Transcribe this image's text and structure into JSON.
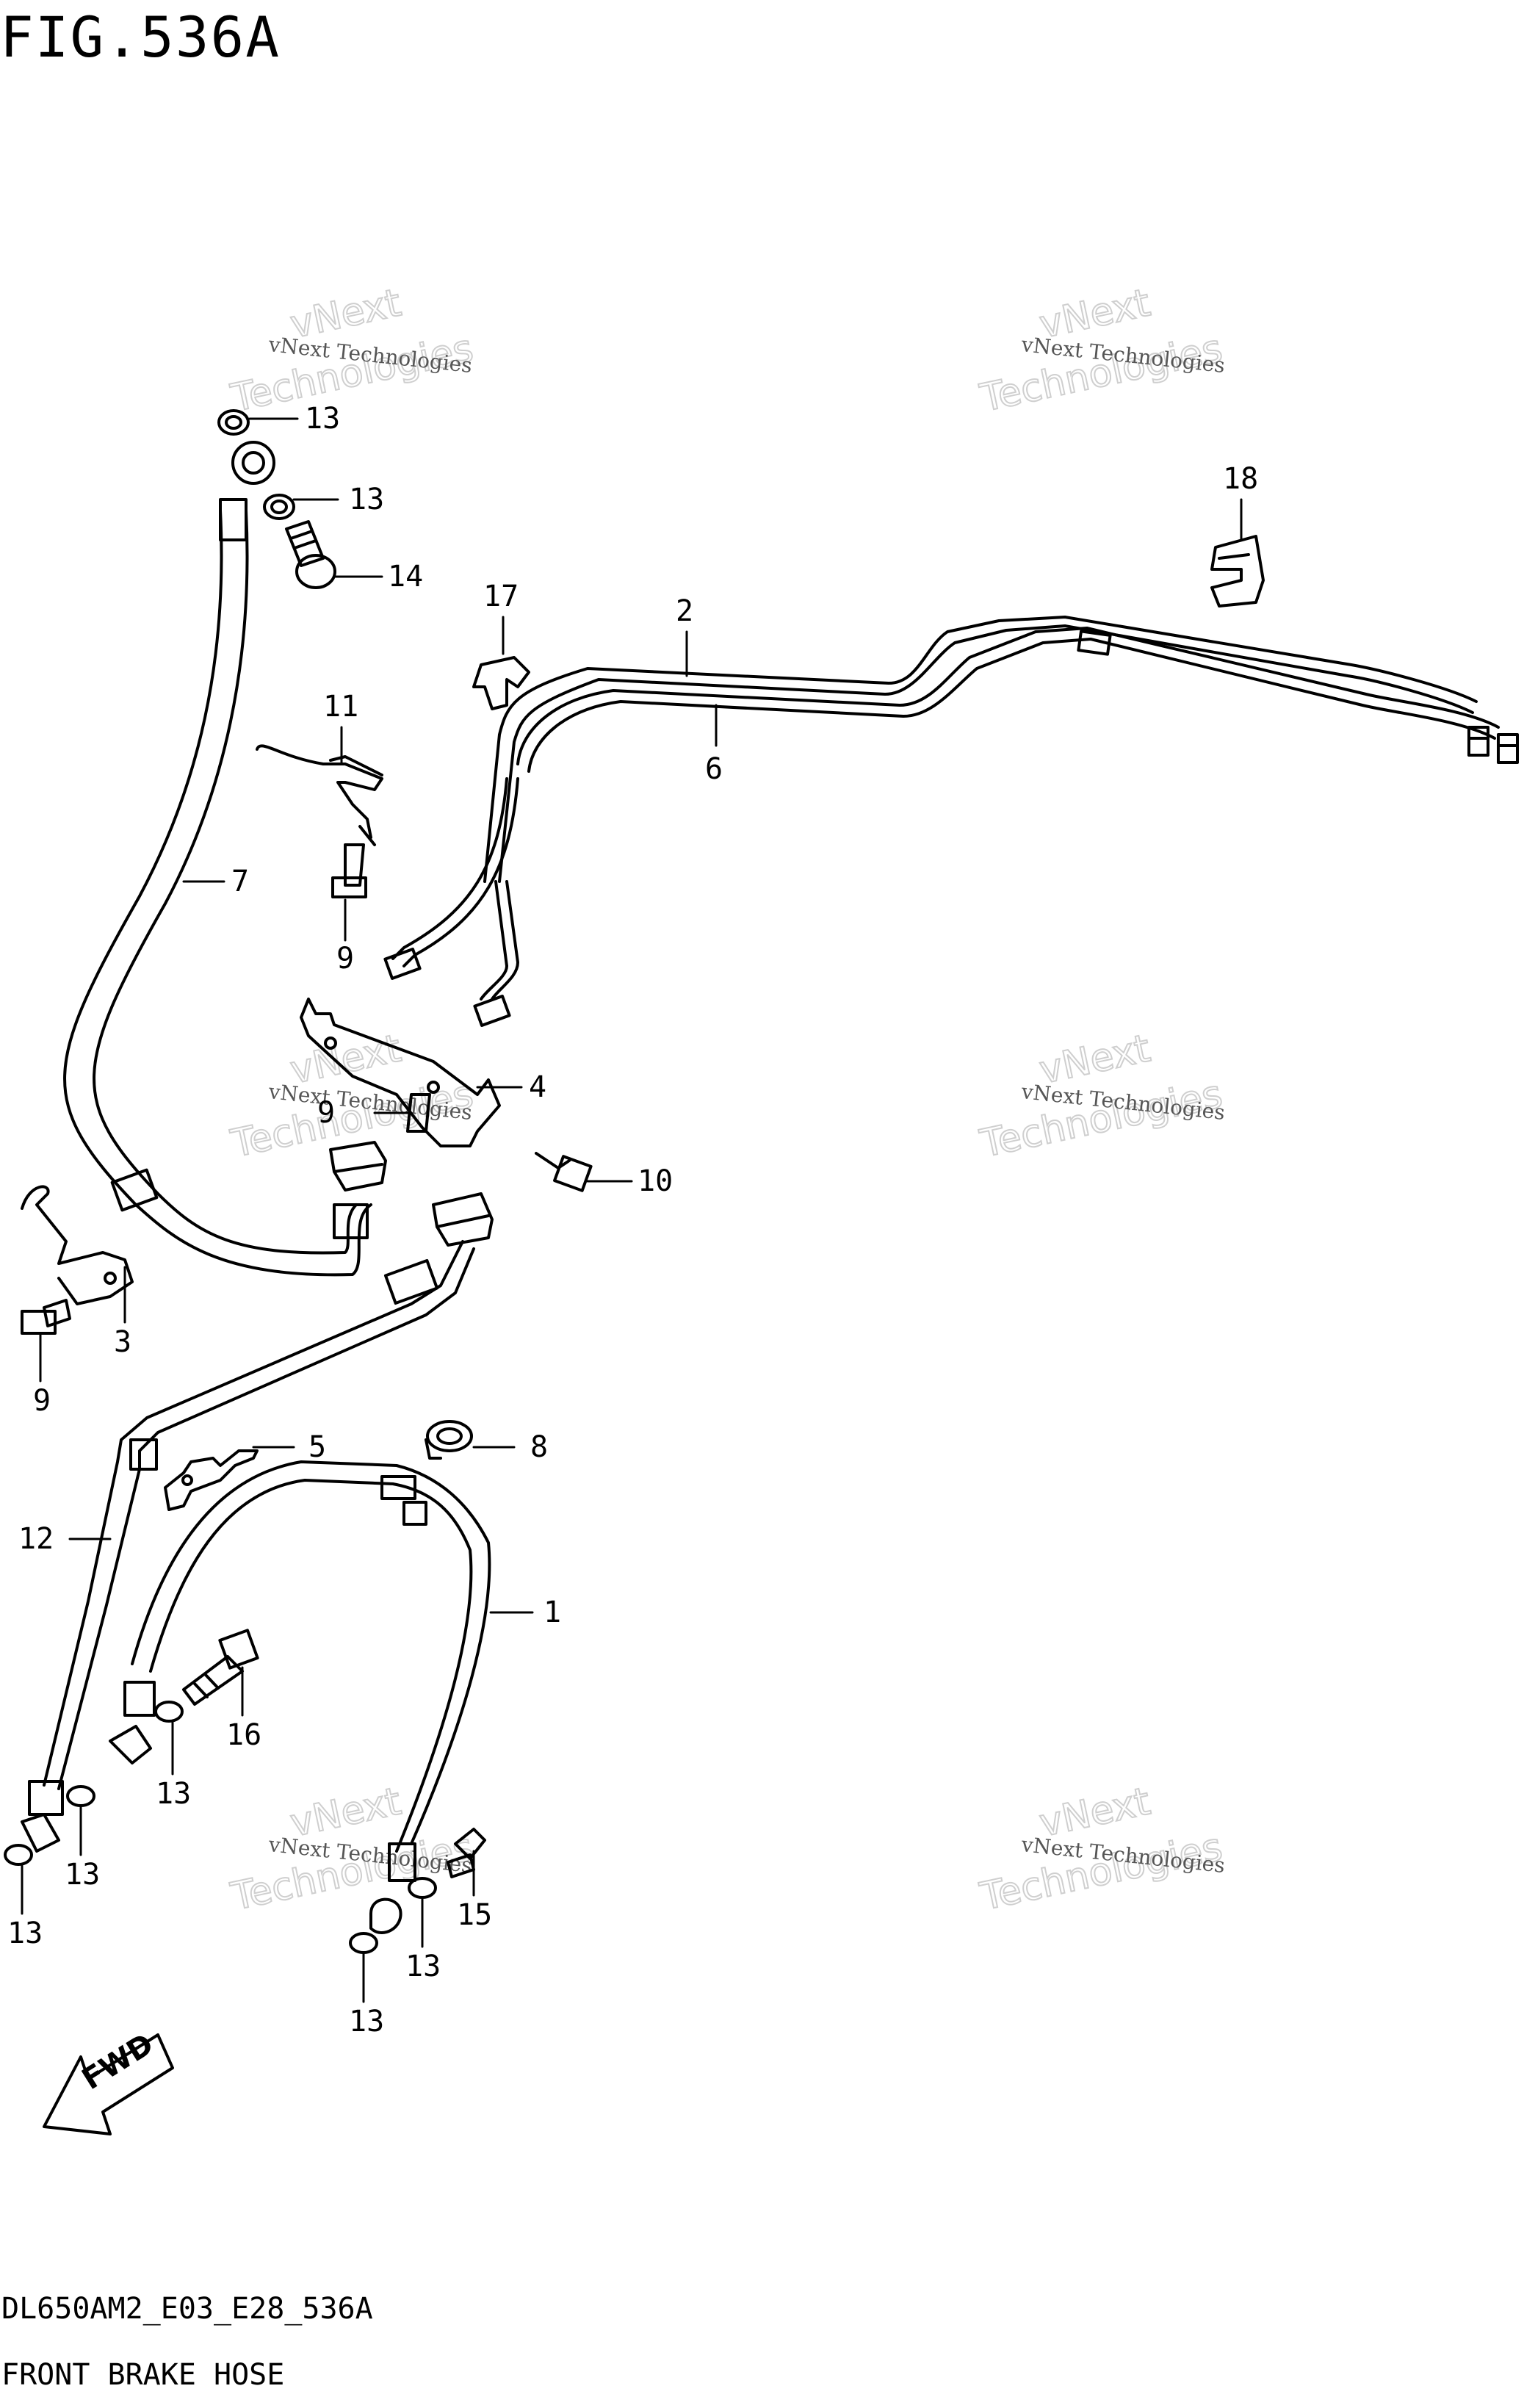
{
  "figure": {
    "title": "FIG.536A",
    "drawing_code": "DL650AM2_E03_E28_536A",
    "name": "FRONT BRAKE HOSE"
  },
  "watermark": {
    "line1": "vNext Technologies",
    "line2": "vNext",
    "line3": "Technologies"
  },
  "callouts": [
    {
      "id": "c13a",
      "label": "13"
    },
    {
      "id": "c13b",
      "label": "13"
    },
    {
      "id": "c14",
      "label": "14"
    },
    {
      "id": "c17",
      "label": "17"
    },
    {
      "id": "c2",
      "label": "2"
    },
    {
      "id": "c18",
      "label": "18"
    },
    {
      "id": "c11",
      "label": "11"
    },
    {
      "id": "c6",
      "label": "6"
    },
    {
      "id": "c7",
      "label": "7"
    },
    {
      "id": "c9a",
      "label": "9"
    },
    {
      "id": "c4",
      "label": "4"
    },
    {
      "id": "c9b",
      "label": "9"
    },
    {
      "id": "c10",
      "label": "10"
    },
    {
      "id": "c3",
      "label": "3"
    },
    {
      "id": "c9c",
      "label": "9"
    },
    {
      "id": "c5",
      "label": "5"
    },
    {
      "id": "c8",
      "label": "8"
    },
    {
      "id": "c12",
      "label": "12"
    },
    {
      "id": "c1",
      "label": "1"
    },
    {
      "id": "c16",
      "label": "16"
    },
    {
      "id": "c13c",
      "label": "13"
    },
    {
      "id": "c13d",
      "label": "13"
    },
    {
      "id": "c13e",
      "label": "13"
    },
    {
      "id": "c15",
      "label": "15"
    },
    {
      "id": "c13f",
      "label": "13"
    },
    {
      "id": "c13g",
      "label": "13"
    }
  ],
  "fwd_label": "FWD"
}
